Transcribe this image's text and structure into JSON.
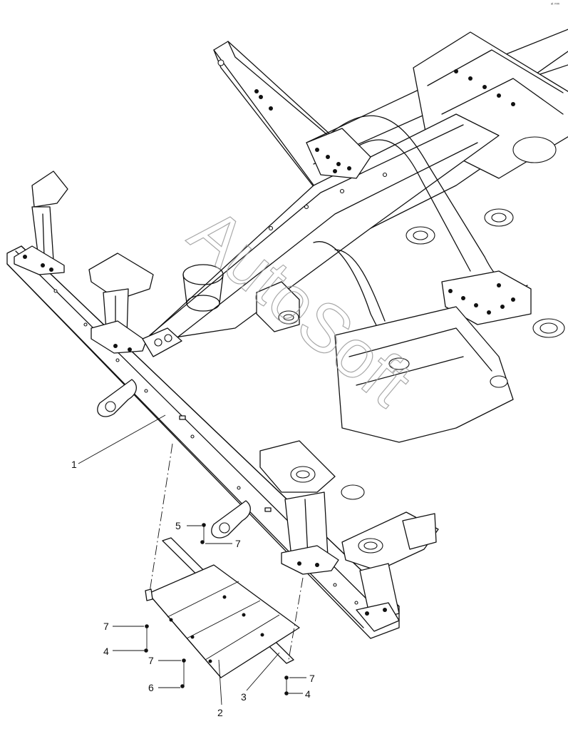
{
  "callouts": [
    {
      "id": "c1",
      "label": "1"
    },
    {
      "id": "c2",
      "label": "2"
    },
    {
      "id": "c3",
      "label": "3"
    },
    {
      "id": "c4a",
      "label": "4"
    },
    {
      "id": "c4b",
      "label": "4"
    },
    {
      "id": "c5",
      "label": "5"
    },
    {
      "id": "c6",
      "label": "6"
    },
    {
      "id": "c7a",
      "label": "7"
    },
    {
      "id": "c7b",
      "label": "7"
    },
    {
      "id": "c7c",
      "label": "7"
    },
    {
      "id": "c7d",
      "label": "7"
    }
  ],
  "watermark": "AutoSoft",
  "corner_mark": "ᵃᵗ ᵐᵐ",
  "colors": {
    "line": "#111111",
    "background": "#ffffff",
    "watermark": "#9a9a9a"
  }
}
